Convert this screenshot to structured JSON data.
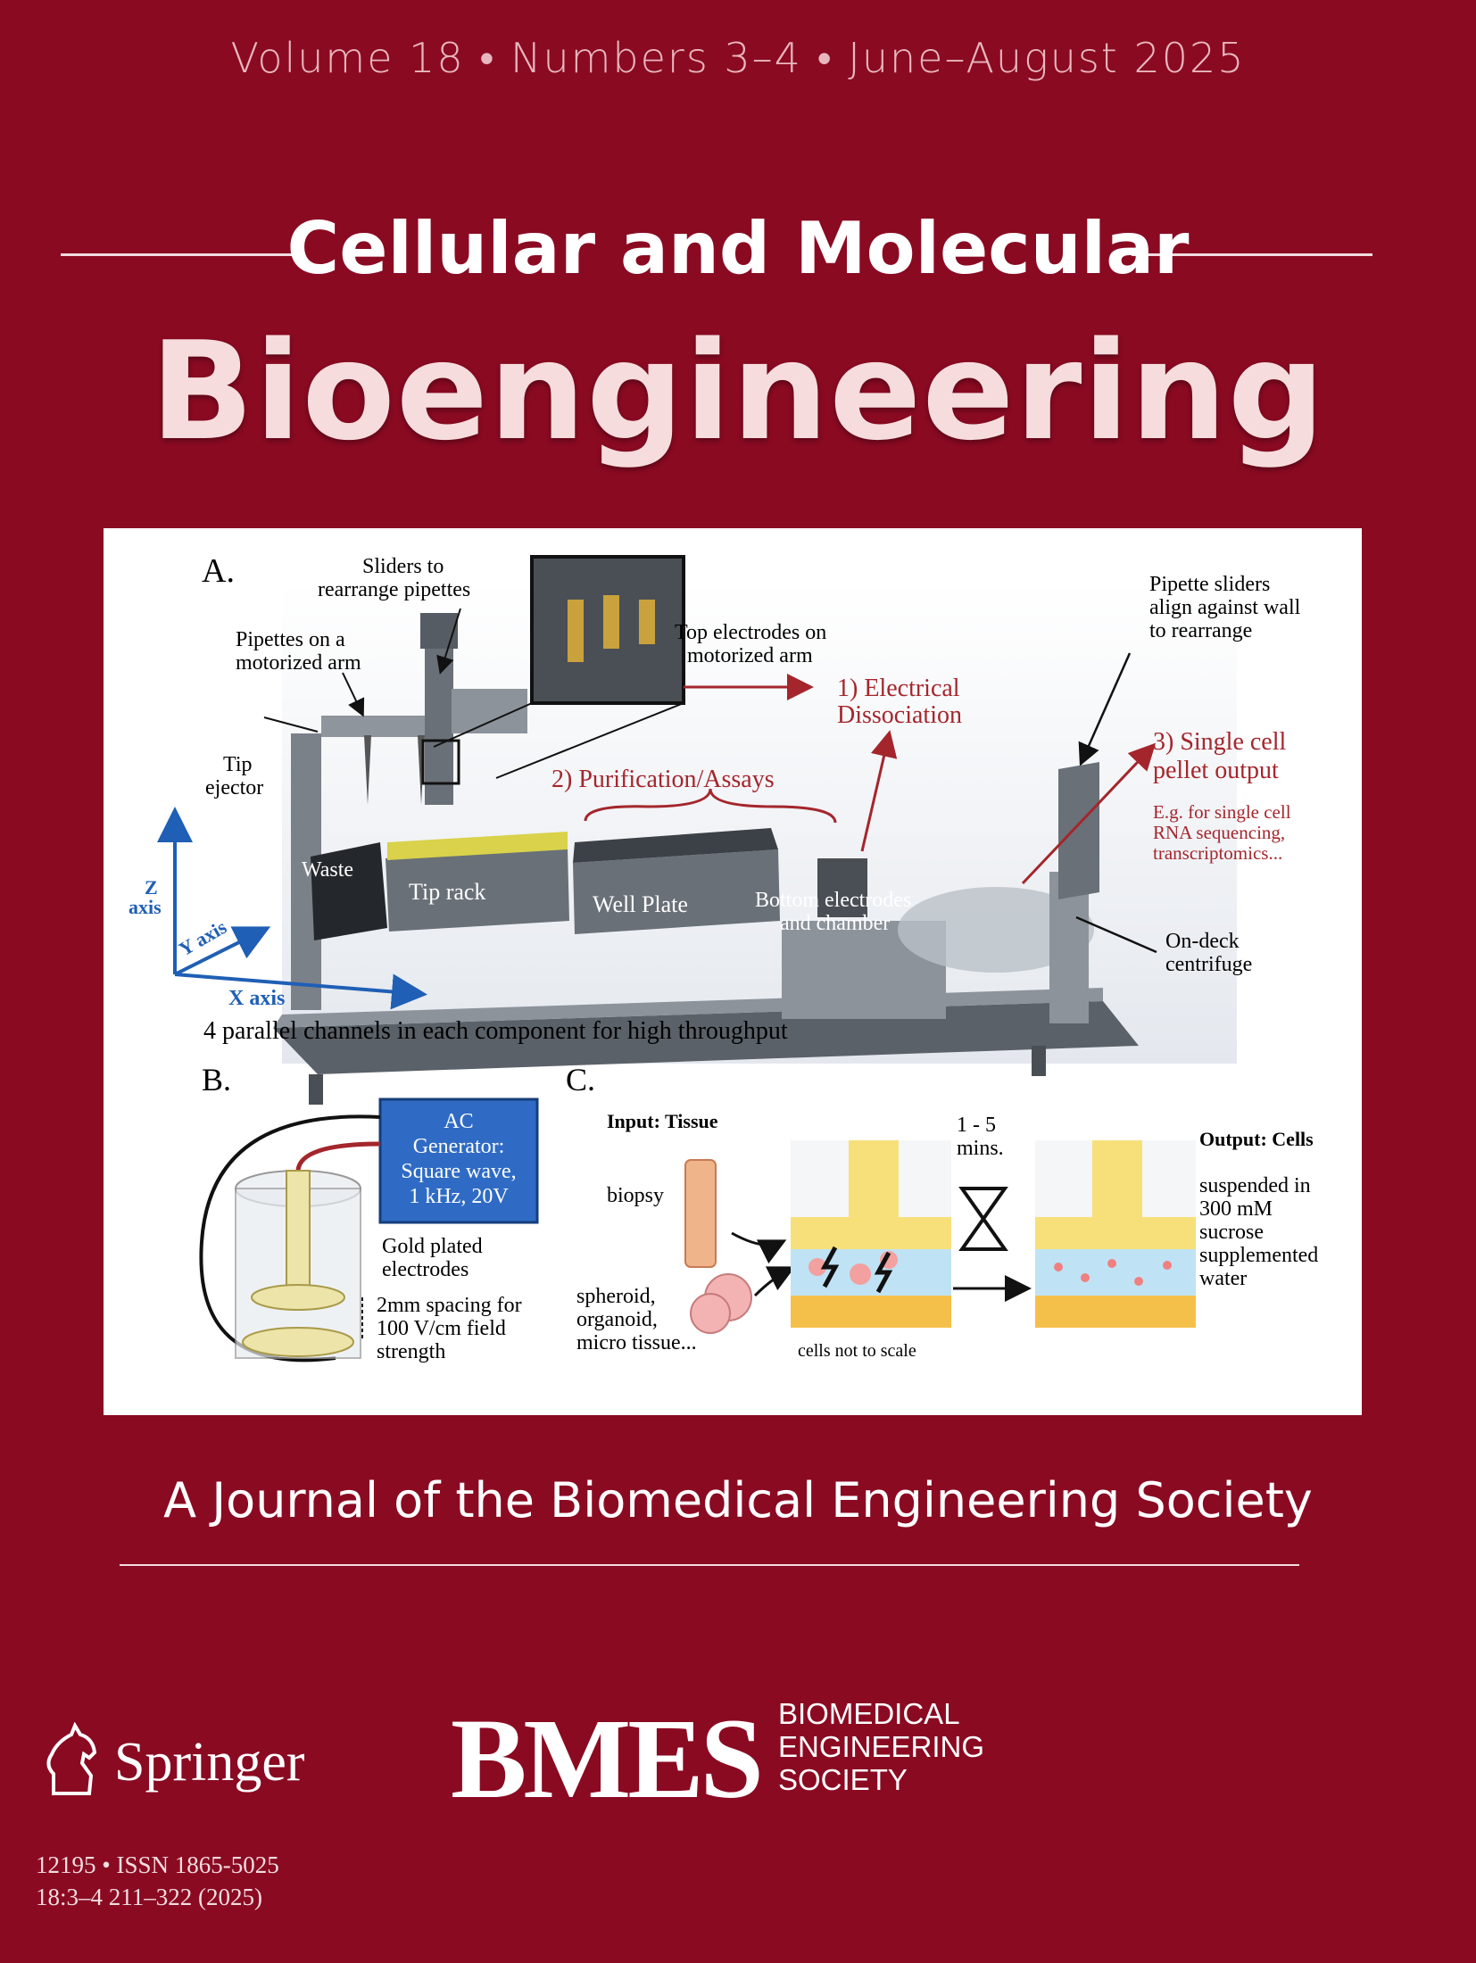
{
  "cover": {
    "issue_line": "Volume 18  •  Numbers 3–4  •  June–August 2025",
    "title_top": "Cellular and Molecular",
    "title_main": "Bioengineering",
    "subtitle": "A Journal of the Biomedical Engineering Society",
    "issn_line1": "12195 • ISSN 1865-5025",
    "issn_line2": "18:3–4 211–322 (2025)"
  },
  "publisher": {
    "springer": "Springer",
    "bmes_acronym": "BMES",
    "bmes_line1": "BIOMEDICAL",
    "bmes_line2": "ENGINEERING",
    "bmes_line3": "SOCIETY"
  },
  "colors": {
    "background": "#8a0a22",
    "figure_red": "#a4262c",
    "ac_box": "#2f6bc4",
    "electrode_yellow": "#f7e07a",
    "buffer_blue": "#bfe3f5",
    "base_orange": "#f5c04a"
  },
  "figure": {
    "panel_a": {
      "letter": "A.",
      "sliders_1": "Sliders to",
      "sliders_2": "rearrange pipettes",
      "pipettes_1": "Pipettes on a",
      "pipettes_2": "motorized arm",
      "top_electrodes_1": "Top electrodes on",
      "top_electrodes_2": "motorized arm",
      "step1_1": "1) Electrical",
      "step1_2": "Dissociation",
      "step2": "2) Purification/Assays",
      "step3_1": "3) Single cell",
      "step3_2": "pellet output",
      "eg_1": "E.g. for single cell",
      "eg_2": "RNA sequencing,",
      "eg_3": "transcriptomics...",
      "pipette_sliders_1": "Pipette sliders",
      "pipette_sliders_2": "align against wall",
      "pipette_sliders_3": "to rearrange",
      "tip_1": "Tip",
      "tip_2": "ejector",
      "waste": "Waste",
      "tip_rack": "Tip rack",
      "well_plate": "Well Plate",
      "bottom_1": "Bottom electrodes",
      "bottom_2": "and chamber",
      "centrifuge_1": "On-deck",
      "centrifuge_2": "centrifuge",
      "z_1": "Z",
      "z_2": "axis",
      "y_axis": "Y axis",
      "x_axis": "X axis",
      "channels": "4 parallel channels in each component for high throughput"
    },
    "panel_b": {
      "letter": "B.",
      "ac_1": "AC",
      "ac_2": "Generator:",
      "ac_3": "Square wave,",
      "ac_4": "1 kHz, 20V",
      "gold_1": "Gold plated",
      "gold_2": "electrodes",
      "spacing_1": "2mm spacing for",
      "spacing_2": "100 V/cm field",
      "spacing_3": "strength"
    },
    "panel_c": {
      "letter": "C.",
      "input": "Input: Tissue",
      "time_1": "1 - 5",
      "time_2": "mins.",
      "output": "Output: Cells",
      "biopsy": "biopsy",
      "spheroid_1": "spheroid,",
      "spheroid_2": "organoid,",
      "spheroid_3": "micro tissue...",
      "not_scale": "cells not to scale",
      "susp_1": "suspended in",
      "susp_2": "300 mM",
      "susp_3": "sucrose",
      "susp_4": "supplemented",
      "susp_5": "water"
    }
  }
}
